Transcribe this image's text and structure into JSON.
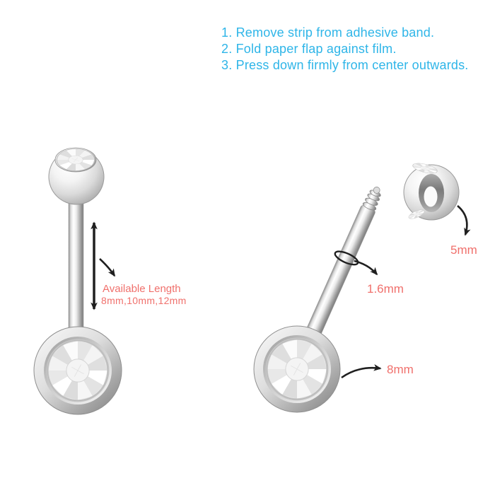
{
  "instructions": {
    "steps": [
      "1. Remove strip from adhesive band.",
      "2. Fold paper flap against film.",
      "3. Press down firmly from center outwards."
    ]
  },
  "measurements": {
    "available_length_label": "Available Length",
    "available_length_values": "8mm,10mm,12mm",
    "bar_gauge": "1.6mm",
    "ball_diameter": "5mm",
    "disc_diameter": "8mm"
  },
  "colors": {
    "instruction_text": "#2eb5e8",
    "measurement_text": "#f0706c",
    "arrow": "#1f1f1f",
    "background": "#ffffff",
    "metal_highlight": "#ffffff",
    "metal_shadow": "#8a8a8a"
  },
  "icons": {
    "arrows": [
      "length-double-arrow-icon",
      "length-pointer-arrow-icon",
      "gauge-pointer-arrow-icon",
      "ball-pointer-arrow-icon",
      "disc-pointer-arrow-icon",
      "gauge-ring-icon"
    ]
  }
}
